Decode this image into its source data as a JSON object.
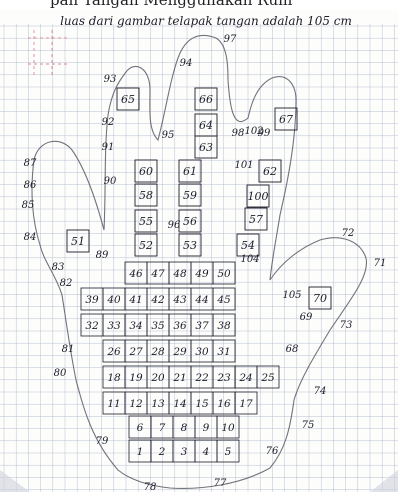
{
  "banner": {
    "text": "pan Tangan Menggunakan Rum"
  },
  "caption": {
    "text": "luas dari gambar telapak tangan adalah 105 cm"
  },
  "photo": {
    "paper_color": "#fdfdfb",
    "grid_color": "#9aa7c4",
    "ink_color": "#1c1c2a",
    "pencil_color": "#5a5a66",
    "margin_color": "#d98b98"
  },
  "labels": {
    "fingers": [
      "65",
      "66",
      "64",
      "63",
      "67",
      "60",
      "61",
      "62",
      "58",
      "59",
      "100",
      "55",
      "56",
      "57",
      "52",
      "53",
      "54",
      "51",
      "70"
    ],
    "palm": [
      "46",
      "47",
      "48",
      "49",
      "50",
      "39",
      "40",
      "41",
      "42",
      "43",
      "44",
      "45",
      "32",
      "33",
      "34",
      "35",
      "36",
      "37",
      "38",
      "26",
      "27",
      "28",
      "29",
      "30",
      "31",
      "18",
      "19",
      "20",
      "21",
      "22",
      "23",
      "24",
      "25",
      "11",
      "12",
      "13",
      "14",
      "15",
      "16",
      "17",
      "6",
      "7",
      "8",
      "9",
      "10",
      "1",
      "2",
      "3",
      "4",
      "5"
    ],
    "outside": [
      "97",
      "93",
      "94",
      "95",
      "92",
      "91",
      "90",
      "96",
      "98",
      "99",
      "101",
      "102",
      "87",
      "86",
      "85",
      "84",
      "83",
      "82",
      "89",
      "81",
      "80",
      "79",
      "78",
      "77",
      "76",
      "75",
      "74",
      "73",
      "72",
      "71",
      "69",
      "68",
      "104",
      "105"
    ]
  }
}
